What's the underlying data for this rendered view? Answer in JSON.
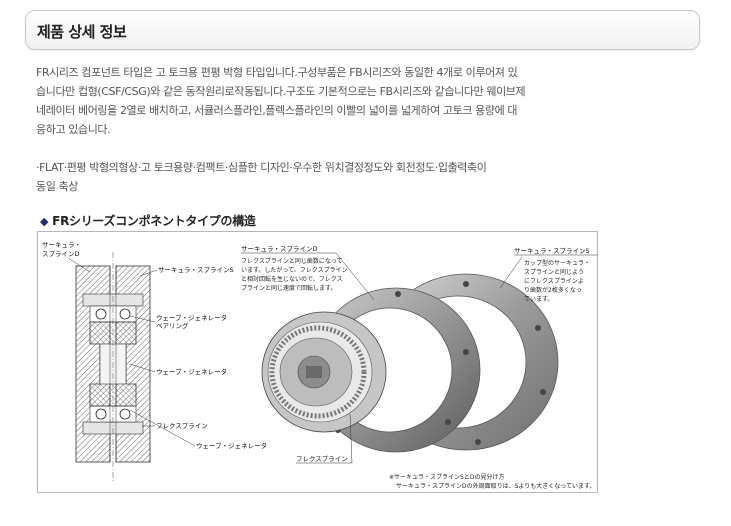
{
  "header": {
    "title": "제품 상세 정보"
  },
  "description": {
    "lines": [
      "FR시리즈 컴포넌트 타입은 고 토크용 편평 박형 타입입니다.구성부품은 FB시리즈와 동일한 4개로 이루어져 있",
      "습니다만 컵형(CSF/CSG)와 같은 동작원리로작동됩니다.구조도 기본적으로는 FB시리즈와 같습니다만 웨이브제",
      "네레이터 베어링을 2열로 배치하고, 서큘러스플라인,플렉스플라인의 이빨의 넓이를 넓게하여 고토크 용량에 대",
      "응하고 있습니다."
    ],
    "features": [
      "·FLAT·편평 박형의형상·고 토크용량·컴팩트·심플한 디자인·우수한 위치결정정도와 회전정도·입출력축이",
      "동일 축상"
    ]
  },
  "section": {
    "heading": "FRシリーズコンポネントタイプの構造"
  },
  "figure": {
    "labels": {
      "circular_spline_d_line1": "サーキュラ・",
      "circular_spline_d_line2": "スプラインD",
      "circular_spline_s_left": "サーキュラ・スプラインS",
      "wave_generator_bearing_line1": "ウェーブ・ジェネレータ",
      "wave_generator_bearing_line2": "ベアリング",
      "wave_generator_mid": "ウェーブ・ジェネレータ",
      "flexspline_left": "フレクスプライン",
      "wave_generator_bottom": "ウェーブ・ジェネレータ",
      "flexspline_bottom": "フレクスプライン",
      "circular_spline_d_center": "サーキュラ・スプラインD",
      "circular_spline_s_right": "サーキュラ・スプラインS"
    },
    "callout_d": [
      "フレクスプラインと同じ歯数になって",
      "います。したがって、フレクスプライン",
      "と相対回転を生じないので、フレクス",
      "プラインと同じ速度で回転します。"
    ],
    "callout_s": [
      "カップ型のサーキュラ・",
      "スプラインと同じよう",
      "にフレクスプラインよ",
      "り歯数が2枚多くなっ",
      "ています。"
    ],
    "note": [
      "※サーキュラ・スプラインSとDの見分け方",
      "サーキュラ・スプラインDの外周面取りは、Sよりも大きくなっています。"
    ]
  }
}
